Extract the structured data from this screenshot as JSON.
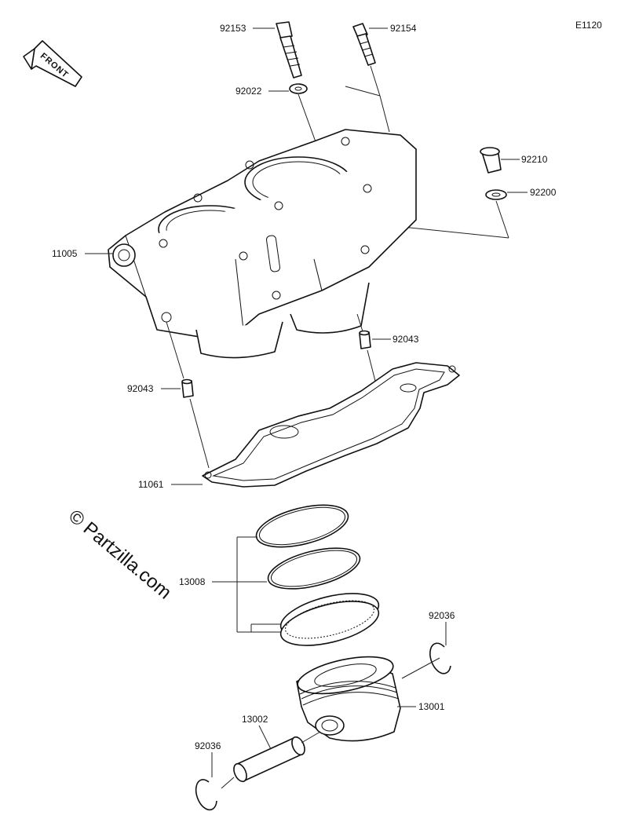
{
  "diagram_code": "E1120",
  "front_label": "FRONT",
  "watermark": "© Partzilla.com",
  "parts": {
    "p92153": "92153",
    "p92154": "92154",
    "p92022": "92022",
    "p92210": "92210",
    "p92200": "92200",
    "p11005": "11005",
    "p92043_right": "92043",
    "p92043_left": "92043",
    "p11061": "11061",
    "p13008": "13008",
    "p92036_right": "92036",
    "p13001": "13001",
    "p13002": "13002",
    "p92036_left": "92036"
  }
}
